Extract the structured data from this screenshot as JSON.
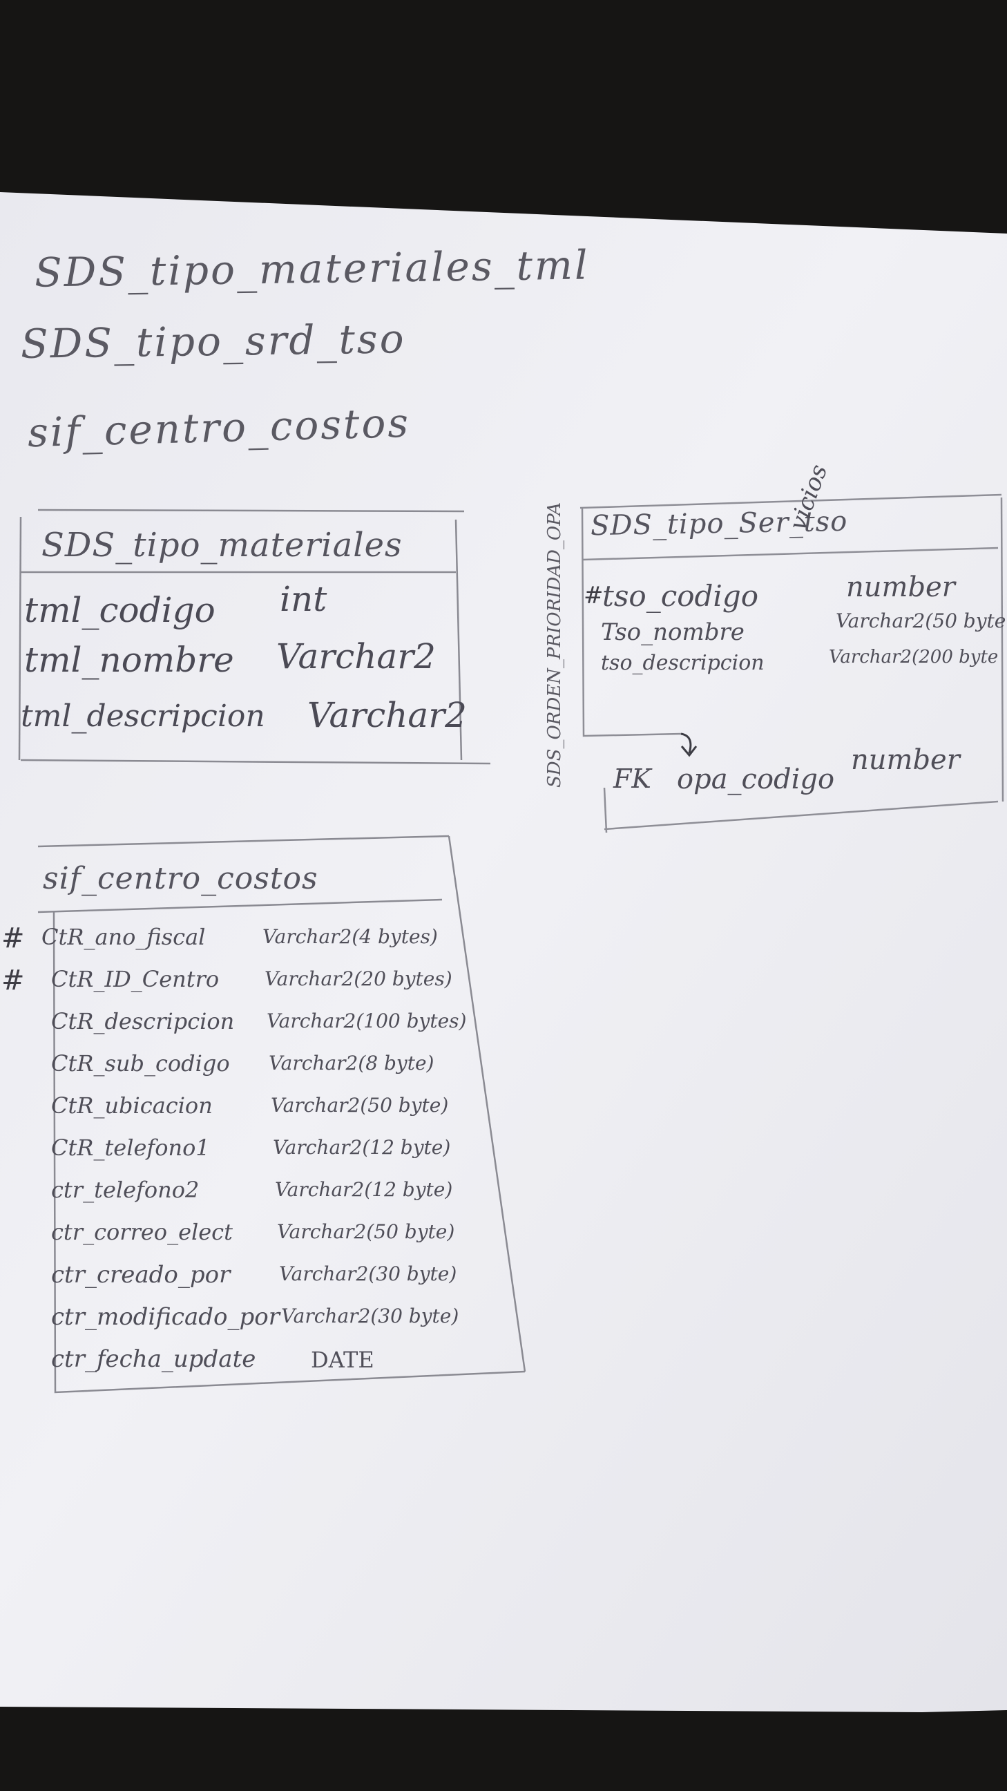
{
  "top_labels": [
    "SDS_tipo_materiales_tml",
    "SDS_tipo_srd_tso",
    "sif_centro_costos"
  ],
  "materiales": {
    "title": "SDS_tipo_materiales",
    "rows": [
      {
        "name": "tml_codigo",
        "type": "int"
      },
      {
        "name": "tml_nombre",
        "type": "Varchar2"
      },
      {
        "name": "tml_descripcion",
        "type": "Varchar2"
      }
    ]
  },
  "servicios": {
    "title": "SDS_tipo_Ser_tso",
    "title_insert": "vicios",
    "rows": [
      {
        "mark": "#",
        "name": "tso_codigo",
        "type": "number"
      },
      {
        "mark": "",
        "name": "Tso_nombre",
        "type": "Varchar2(50 byte"
      },
      {
        "mark": "",
        "name": "tso_descripcion",
        "type": "Varchar2(200 byte"
      }
    ],
    "fk": {
      "mark": "FK",
      "name": "opa_codigo",
      "type": "number"
    }
  },
  "relationship_label": "SDS_ORDEN_PRIORIDAD_OPA",
  "centro": {
    "title": "sif_centro_costos",
    "rows": [
      {
        "mark": "#",
        "name": "CtR_ano_fiscal",
        "type": "Varchar2(4 bytes)"
      },
      {
        "mark": "#",
        "name": "CtR_ID_Centro",
        "type": "Varchar2(20 bytes)"
      },
      {
        "mark": "",
        "name": "CtR_descripcion",
        "type": "Varchar2(100 bytes)"
      },
      {
        "mark": "",
        "name": "CtR_sub_codigo",
        "type": "Varchar2(8 byte)"
      },
      {
        "mark": "",
        "name": "CtR_ubicacion",
        "type": "Varchar2(50 byte)"
      },
      {
        "mark": "",
        "name": "CtR_telefono1",
        "type": "Varchar2(12 byte)"
      },
      {
        "mark": "",
        "name": "ctr_telefono2",
        "type": "Varchar2(12 byte)"
      },
      {
        "mark": "",
        "name": "ctr_correo_elect",
        "type": "Varchar2(50 byte)"
      },
      {
        "mark": "",
        "name": "ctr_creado_por",
        "type": "Varchar2(30 byte)"
      },
      {
        "mark": "",
        "name": "ctr_modificado_por",
        "type": "Varchar2(30 byte)"
      },
      {
        "mark": "",
        "name": "ctr_fecha_update",
        "type": "DATE"
      }
    ]
  }
}
